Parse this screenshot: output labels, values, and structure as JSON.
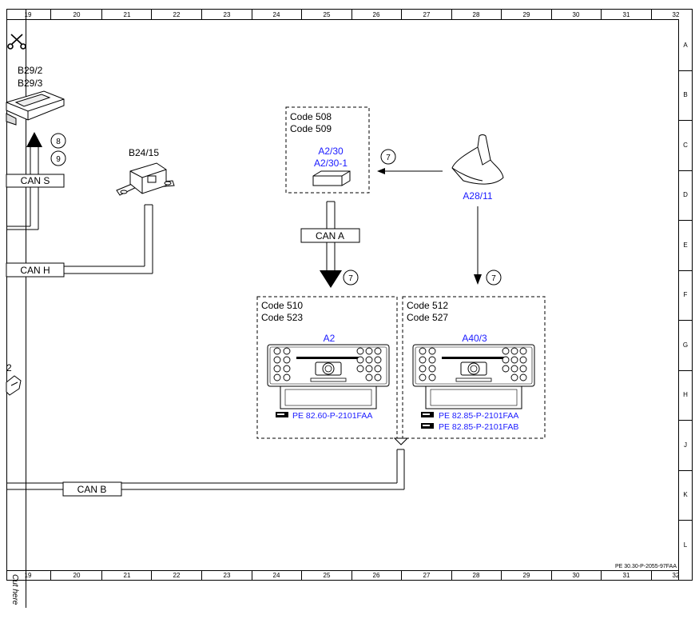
{
  "border": {
    "columns": [
      "19",
      "20",
      "21",
      "22",
      "23",
      "24",
      "25",
      "26",
      "27",
      "28",
      "29",
      "30",
      "31",
      "32"
    ],
    "rows": [
      "A",
      "B",
      "C",
      "D",
      "E",
      "F",
      "G",
      "H",
      "J",
      "K",
      "L"
    ]
  },
  "drawing_code": "PE 30.30-P-2055-97FAA",
  "cut_label": "Cut here",
  "components": {
    "b29": {
      "line1": "B29/2",
      "line2": "B29/3"
    },
    "b24": {
      "label": "B24/15"
    },
    "a2_30": {
      "code1": "Code 508",
      "code2": "Code 509",
      "label1": "A2/30",
      "label2": "A2/30-1"
    },
    "a28": {
      "label": "A28/11"
    },
    "a2": {
      "code1": "Code 510",
      "code2": "Code 523",
      "label": "A2",
      "ref1": "PE 82.60-P-2101FAA"
    },
    "a40": {
      "code1": "Code 512",
      "code2": "Code 527",
      "label": "A40/3",
      "ref1": "PE 82.85-P-2101FAA",
      "ref2": "PE 82.85-P-2101FAB"
    },
    "partial_left": {
      "label": "2"
    }
  },
  "buses": {
    "can_s": "CAN S",
    "can_h": "CAN H",
    "can_a": "CAN A",
    "can_b": "CAN B"
  },
  "callouts": {
    "c8": "8",
    "c9": "9",
    "c7_antenna": "7",
    "c7_cana": "7",
    "c7_a40": "7"
  }
}
